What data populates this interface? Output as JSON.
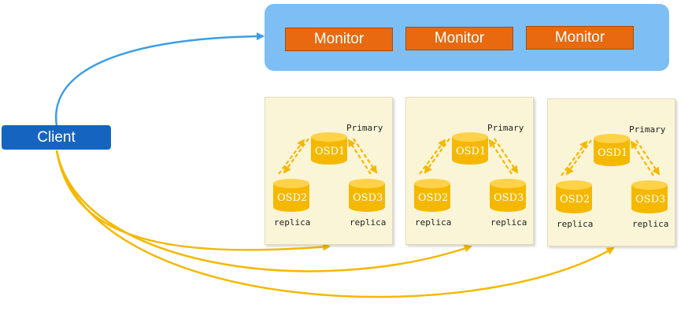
{
  "monitors": [
    {
      "label": "Monitor"
    },
    {
      "label": "Monitor"
    },
    {
      "label": "Monitor"
    }
  ],
  "client": {
    "label": "Client"
  },
  "groups": [
    {
      "primary": "Primary",
      "osd1": "OSD1",
      "osd2": "OSD2",
      "osd3": "OSD3",
      "replica_left": "replica",
      "replica_right": "replica"
    },
    {
      "primary": "Primary",
      "osd1": "OSD1",
      "osd2": "OSD2",
      "osd3": "OSD3",
      "replica_left": "replica",
      "replica_right": "replica"
    },
    {
      "primary": "Primary",
      "osd1": "OSD1",
      "osd2": "OSD2",
      "osd3": "OSD3",
      "replica_left": "replica",
      "replica_right": "replica"
    }
  ],
  "colors": {
    "cluster_bg": "#7dbff5",
    "monitor": "#e8690f",
    "client": "#1565c0",
    "osd": "#f5b800",
    "client_to_monitor_arrow": "#3a9ee8",
    "client_to_osd_arrow": "#f5b800"
  }
}
